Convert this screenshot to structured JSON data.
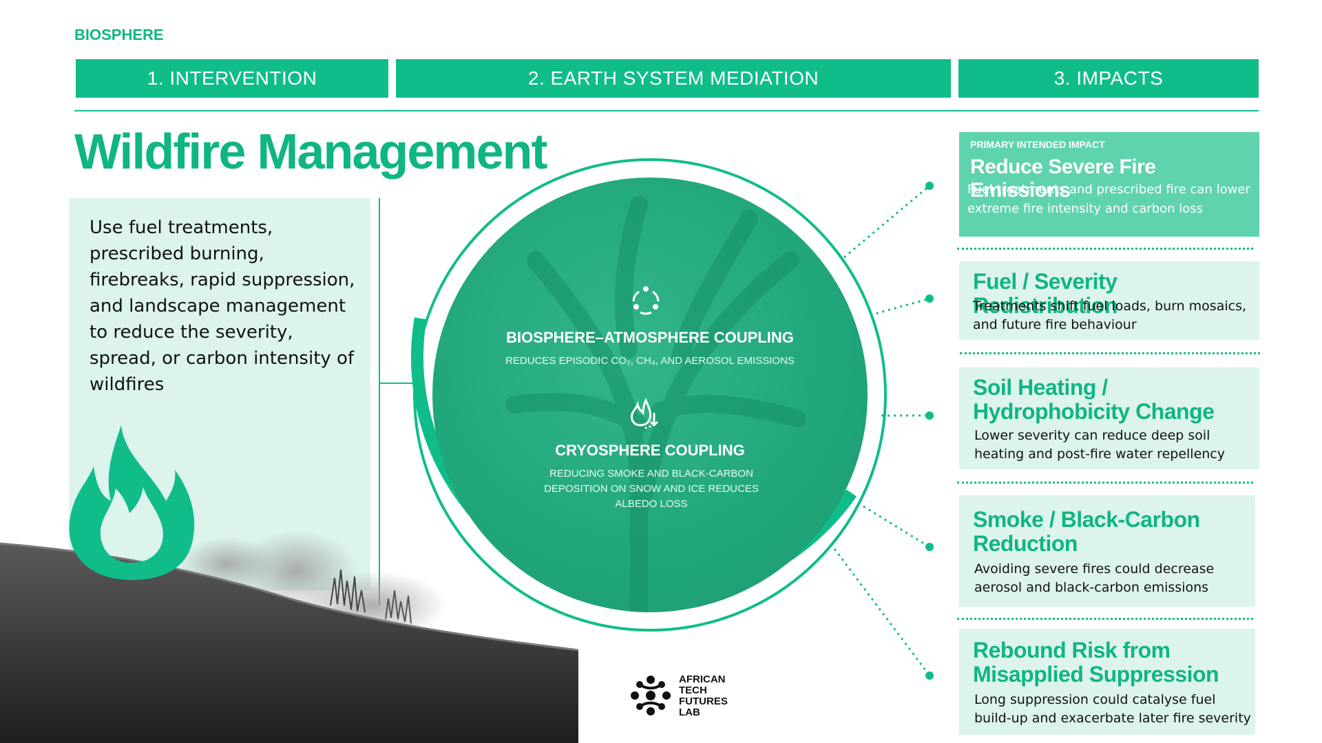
{
  "tag": "BIOSPHERE",
  "headers": [
    "1. INTERVENTION",
    "2. EARTH SYSTEM MEDIATION",
    "3. IMPACTS"
  ],
  "title": "Wildfire Management",
  "description": "Use fuel treatments, prescribed burning, firebreaks, rapid suppression, and landscape management to reduce the severity, spread, or carbon intensity of wildfires",
  "mediation": [
    {
      "heading": "BIOSPHERE–ATMOSPHERE COUPLING",
      "text": "REDUCES EPISODIC CO₂, CH₄, AND AEROSOL EMISSIONS",
      "icon": "cycle-icon"
    },
    {
      "heading": "CRYOSPHERE COUPLING",
      "text": "REDUCING SMOKE AND BLACK-CARBON DEPOSITION ON SNOW AND ICE REDUCES ALBEDO LOSS",
      "icon": "fire-snow-icon"
    }
  ],
  "primary": {
    "label": "PRIMARY INTENDED IMPACT",
    "heading": "Reduce Severe Fire Emissions",
    "text": "Fuel treatments and prescribed fire can lower extreme fire intensity and carbon loss"
  },
  "impacts": [
    {
      "heading": "Fuel / Severity Redistribution",
      "text": "Treatments shift fuel loads, burn mosaics, and future fire behaviour"
    },
    {
      "heading": "Soil Heating / Hydrophobicity Change",
      "text": "Lower severity can reduce deep soil heating and post-fire water repellency"
    },
    {
      "heading": "Smoke / Black-Carbon Reduction",
      "text": "Avoiding severe fires could decrease aerosol and black-carbon emissions"
    },
    {
      "heading": "Rebound Risk from Misapplied Suppression",
      "text": "Long suppression could catalyse fuel build-up and exacerbate later fire severity"
    }
  ],
  "logo": {
    "text": "AFRICAN TECH FUTURES LAB"
  },
  "colors": {
    "accent": "#10bd8a",
    "light": "#dcf4ec",
    "primary_box": "#5fd3ad"
  }
}
